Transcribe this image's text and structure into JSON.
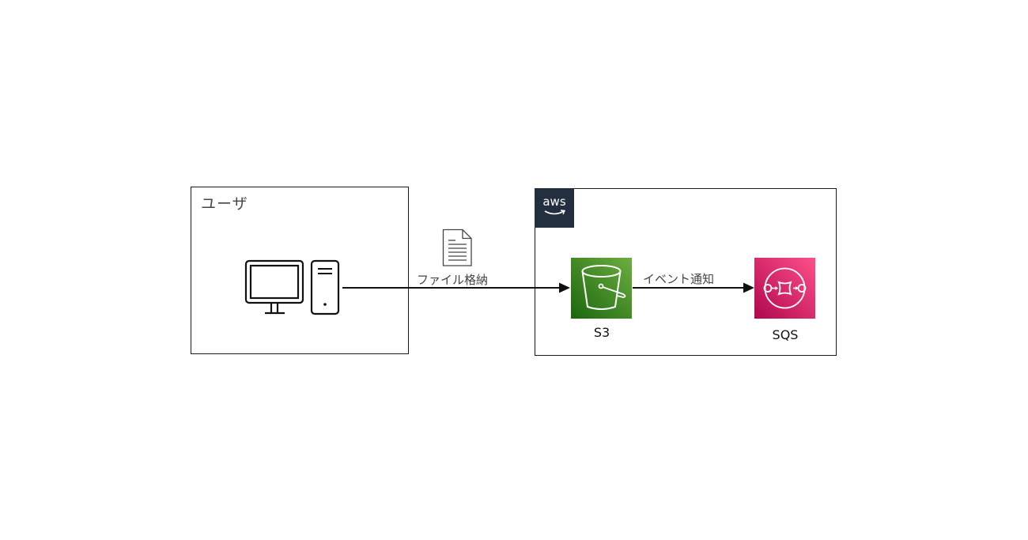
{
  "diagram": {
    "groups": {
      "user": {
        "title": "ユーザ"
      },
      "aws": {
        "logo_text": "aws"
      }
    },
    "nodes": {
      "client": {
        "icon": "desktop-computer-icon"
      },
      "file": {
        "icon": "document-icon"
      },
      "s3": {
        "label": "S3",
        "icon": "s3-bucket-icon",
        "color": "#3f8624"
      },
      "sqs": {
        "label": "SQS",
        "icon": "sqs-queue-icon",
        "color": "#d6245f"
      }
    },
    "edges": [
      {
        "from": "client",
        "to": "s3",
        "label": "ファイル格納"
      },
      {
        "from": "s3",
        "to": "sqs",
        "label": "イベント通知"
      }
    ],
    "colors": {
      "line": "#111111",
      "aws_dark": "#232f3e"
    }
  }
}
